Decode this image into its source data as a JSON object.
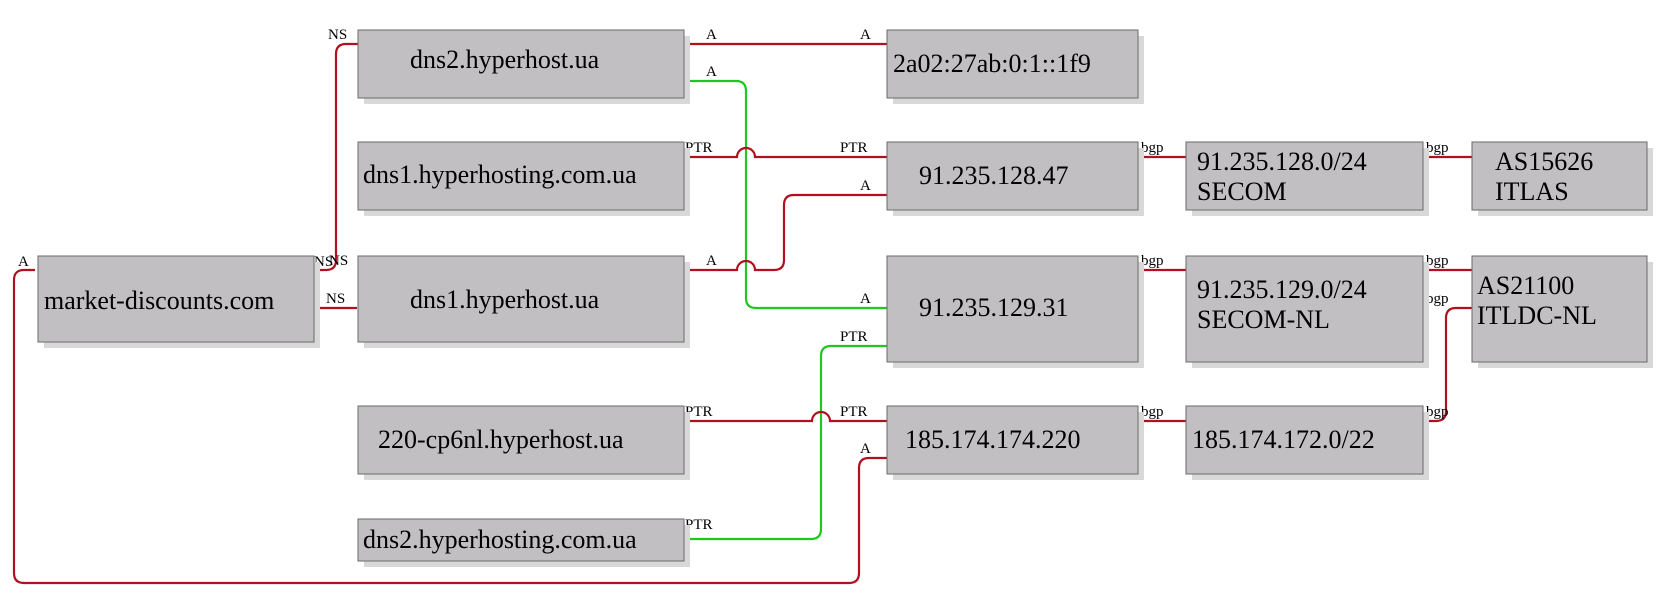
{
  "colors": {
    "relation_edge": "#b01020",
    "reverse_edge": "#1ec81e",
    "node_fill": "#c2bfc2",
    "node_border": "#6a6a6a"
  },
  "nodes": {
    "market_discounts": [
      "market-discounts.com"
    ],
    "dns2_hyperhost": [
      "dns2.hyperhost.ua"
    ],
    "dns1_hyperhosting": [
      "dns1.hyperhosting.com.ua"
    ],
    "dns1_hyperhost": [
      "dns1.hyperhost.ua"
    ],
    "cp6nl_hyperhost": [
      "220-cp6nl.hyperhost.ua"
    ],
    "dns2_hyperhosting": [
      "dns2.hyperhosting.com.ua"
    ],
    "ipv6": [
      "2a02:27ab:0:1::1f9"
    ],
    "ip_91_235_128_47": [
      "91.235.128.47"
    ],
    "ip_91_235_129_31": [
      "91.235.129.31"
    ],
    "ip_185_174_174_220": [
      "185.174.174.220"
    ],
    "net_91_235_128": [
      "91.235.128.0/24",
      "SECOM"
    ],
    "net_91_235_129": [
      "91.235.129.0/24",
      "SECOM-NL"
    ],
    "net_185_174_172": [
      "185.174.172.0/22"
    ],
    "as15626": [
      "AS15626",
      "ITLAS"
    ],
    "as21100": [
      "AS21100",
      "ITLDC-NL"
    ]
  },
  "edge_labels": {
    "a": "A",
    "ns": "NS",
    "ptr": "PTR",
    "bgp": "bgp"
  }
}
